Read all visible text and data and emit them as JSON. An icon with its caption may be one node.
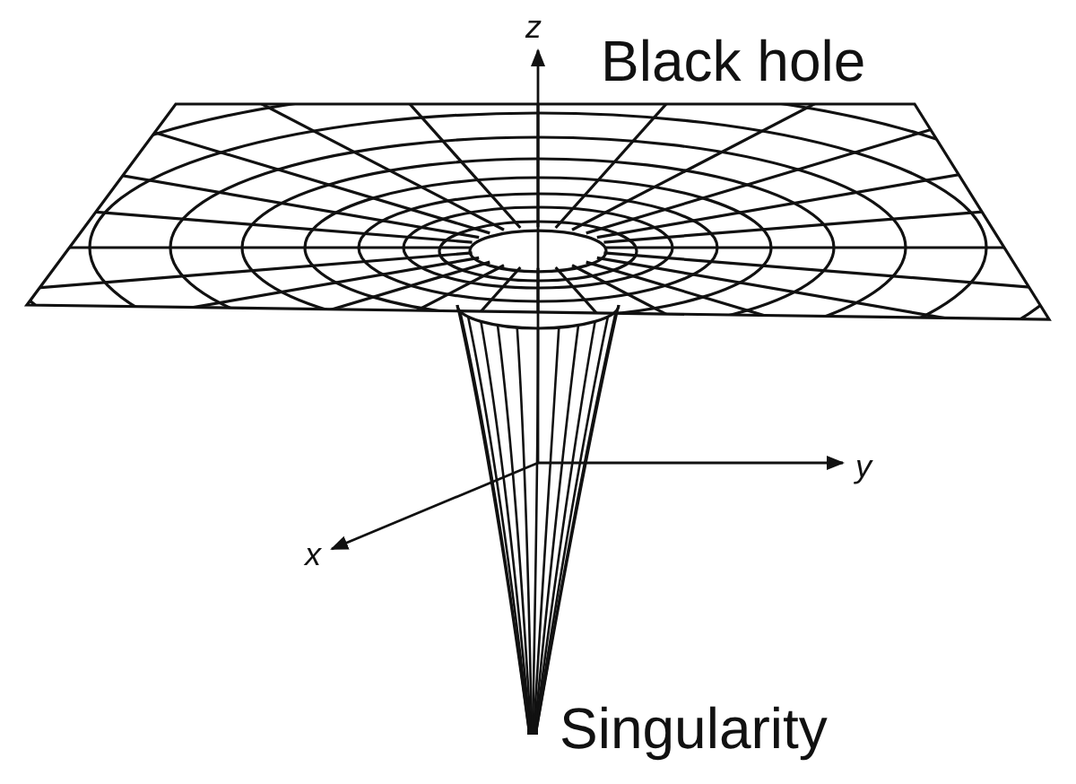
{
  "diagram": {
    "labels": [
      "z",
      "Black hole",
      "y",
      "x",
      "Singularity"
    ]
  }
}
